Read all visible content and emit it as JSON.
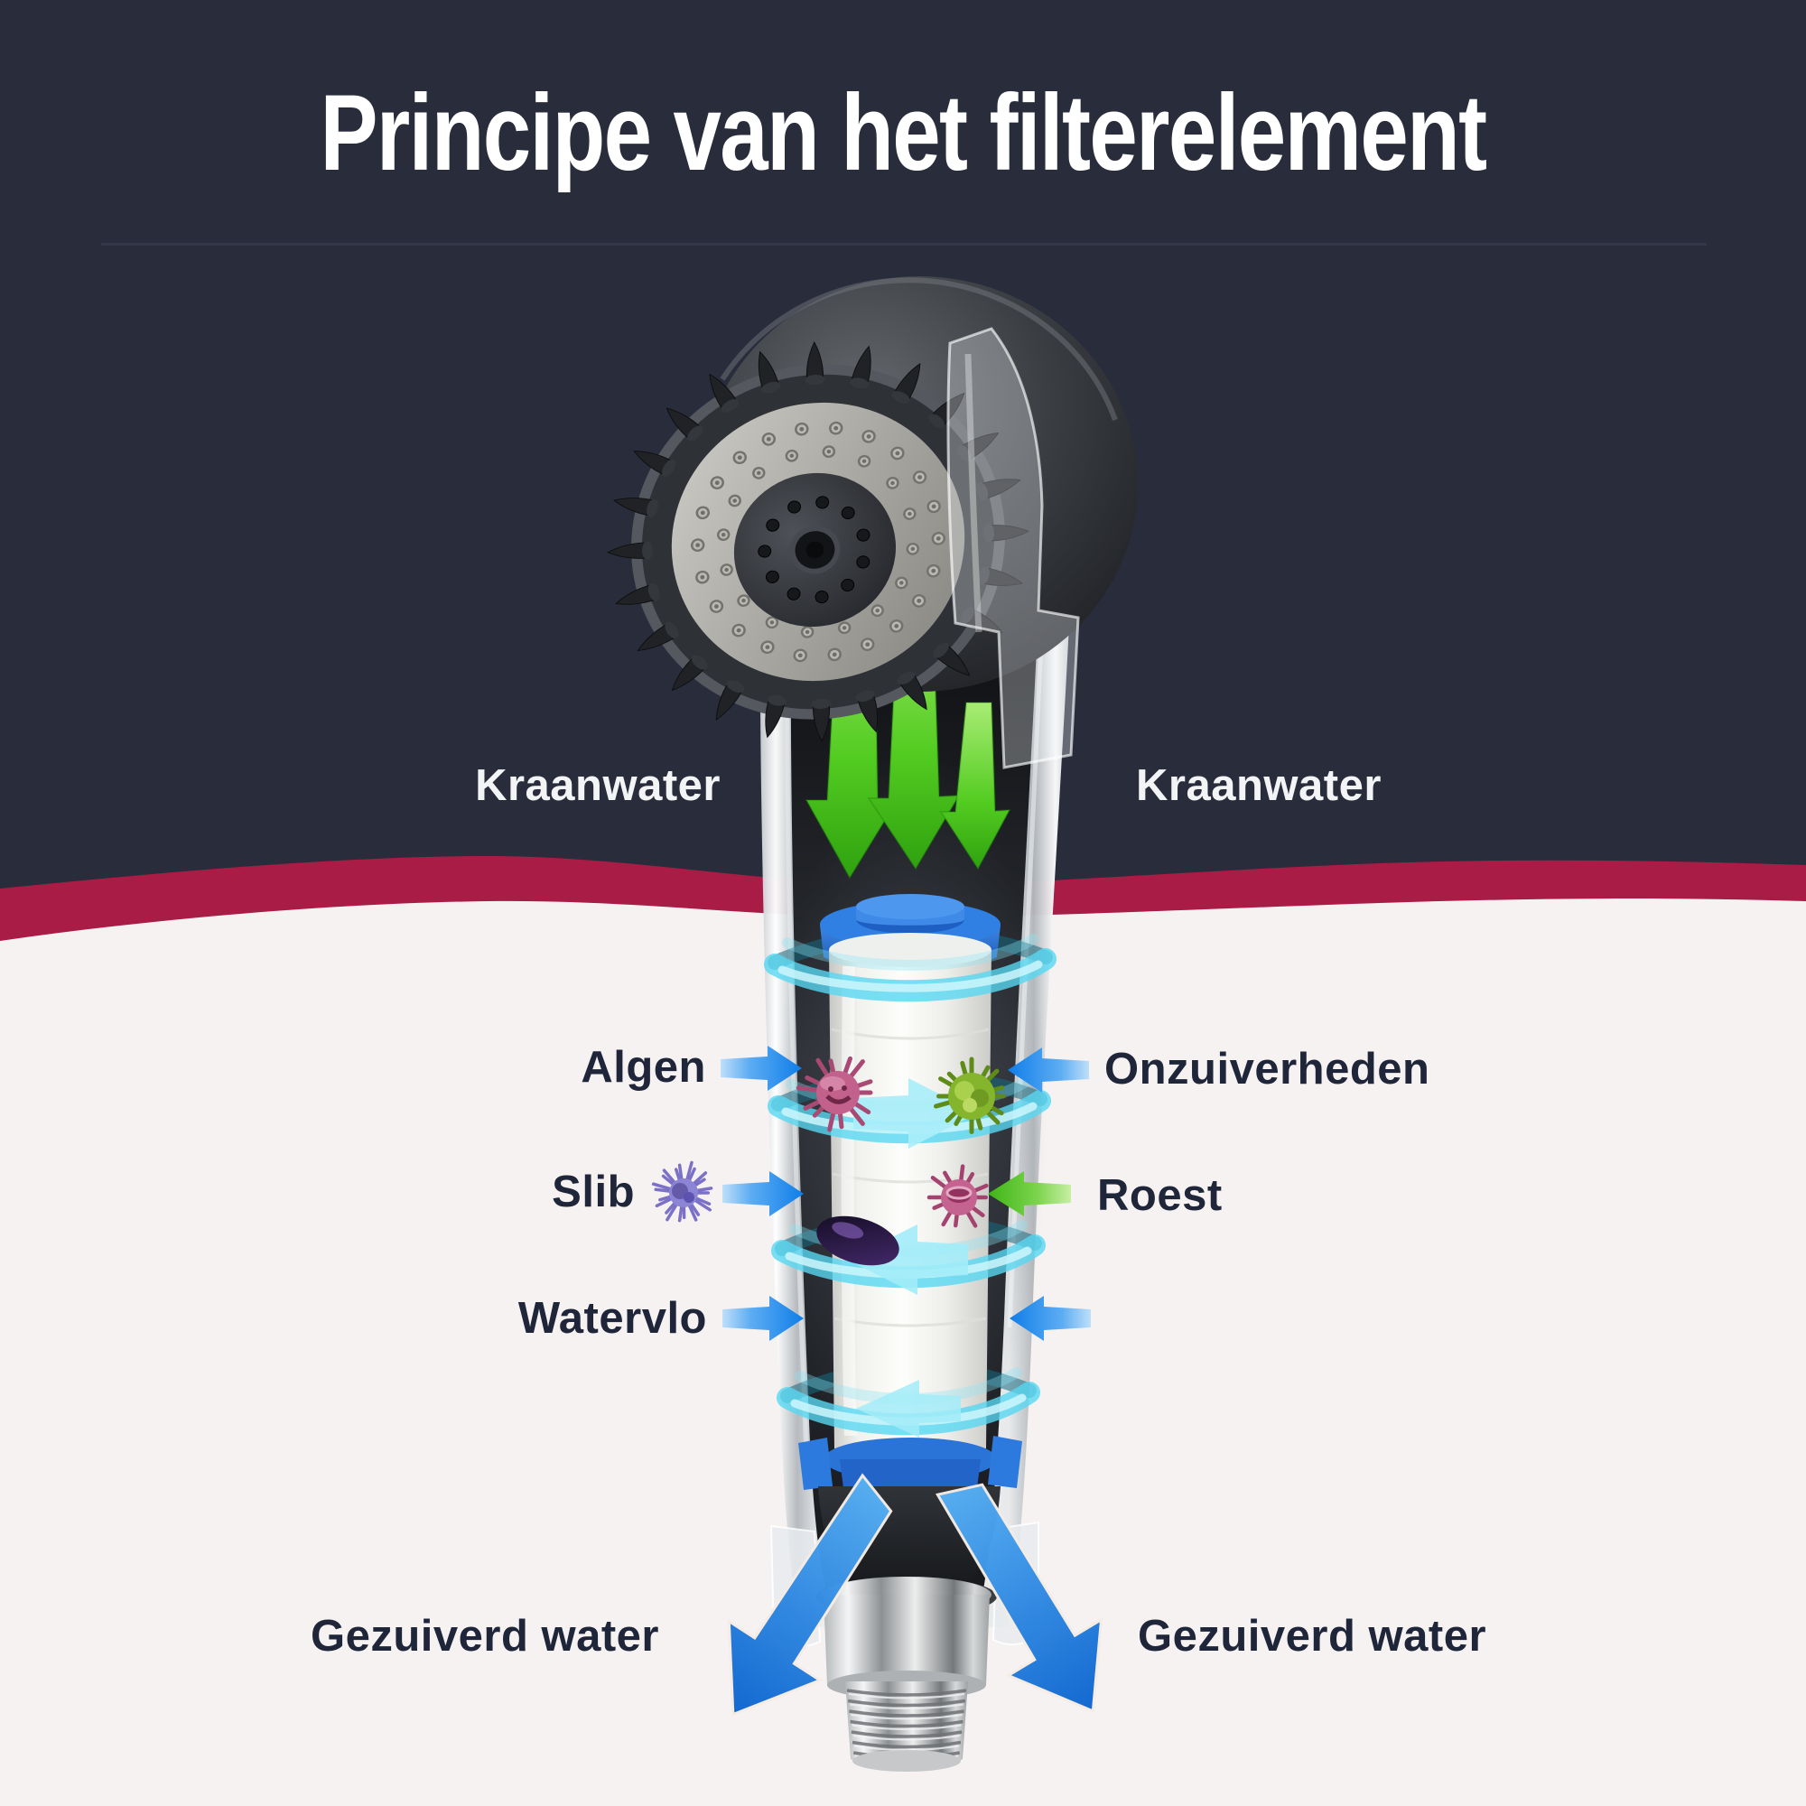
{
  "title": "Principe van het filterelement",
  "labels": {
    "kraanwater_left": "Kraanwater",
    "kraanwater_right": "Kraanwater",
    "algen": "Algen",
    "onzuiverheden": "Onzuiverheden",
    "slib": "Slib",
    "roest": "Roest",
    "watervlo": "Watervlo",
    "gezuiverd_left": "Gezuiverd water",
    "gezuiverd_right": "Gezuiverd water"
  },
  "icons": {
    "algae_microbe": "pink-spiky-microbe",
    "impurities_microbe": "green-spiky-microbe",
    "rust_microbe": "pink-ring-microbe",
    "sludge_microbe": "purple-fuzzy-microbe",
    "waterflea_blob": "dark-purple-blob",
    "tap_water_flow": "green-down-arrows",
    "purified_water_flow": "blue-diverging-arrows",
    "swirl_flow": "cyan-swirl-ribbons"
  },
  "colors": {
    "background_top": "#292d3b",
    "wave_band": "#a81c46",
    "background_bottom": "#f6f2f2",
    "title_text": "#ffffff",
    "label_text": "#20263a",
    "arrow_blue": "#1b84ea",
    "arrow_green": "#55c226",
    "swirl_cyan": "#6fdff5",
    "cap_blue": "#2a74d8"
  }
}
